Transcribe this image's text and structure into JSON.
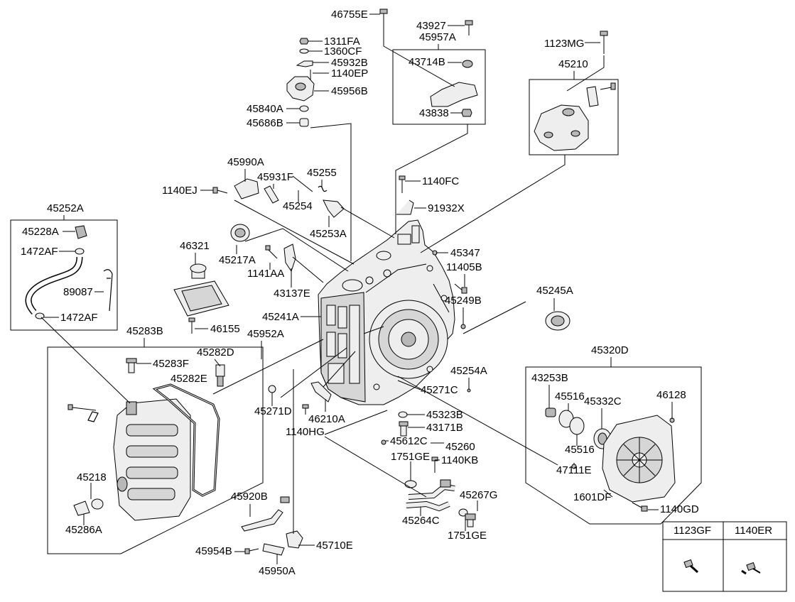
{
  "labels": [
    "46755E",
    "43927",
    "45957A",
    "1311FA",
    "1360CF",
    "43714B",
    "45932B",
    "1140EP",
    "45956B",
    "45840A",
    "43838",
    "45686B",
    "1123MG",
    "45210",
    "45990A",
    "45931F",
    "45255",
    "1140FC",
    "1140EJ",
    "45254",
    "91932X",
    "45252A",
    "45228A",
    "45253A",
    "46321",
    "45217A",
    "1472AF",
    "45347",
    "1141AA",
    "11405B",
    "89087",
    "43137E",
    "45245A",
    "45249B",
    "1472AF",
    "45241A",
    "46155",
    "45952A",
    "45283B",
    "45320D",
    "45283F",
    "45282D",
    "45282E",
    "45254A",
    "43253B",
    "45271C",
    "45516",
    "45332C",
    "46128",
    "45271D",
    "45323B",
    "46210A",
    "43171B",
    "1140HG",
    "45612C",
    "45260",
    "45516",
    "1751GE",
    "1140KB",
    "47111E",
    "45218",
    "45267G",
    "45920B",
    "1601DF",
    "45264C",
    "1140GD",
    "45286A",
    "1751GE",
    "45710E",
    "45954B",
    "45950A"
  ],
  "legend_table": {
    "columns": [
      "1123GF",
      "1140ER"
    ]
  }
}
